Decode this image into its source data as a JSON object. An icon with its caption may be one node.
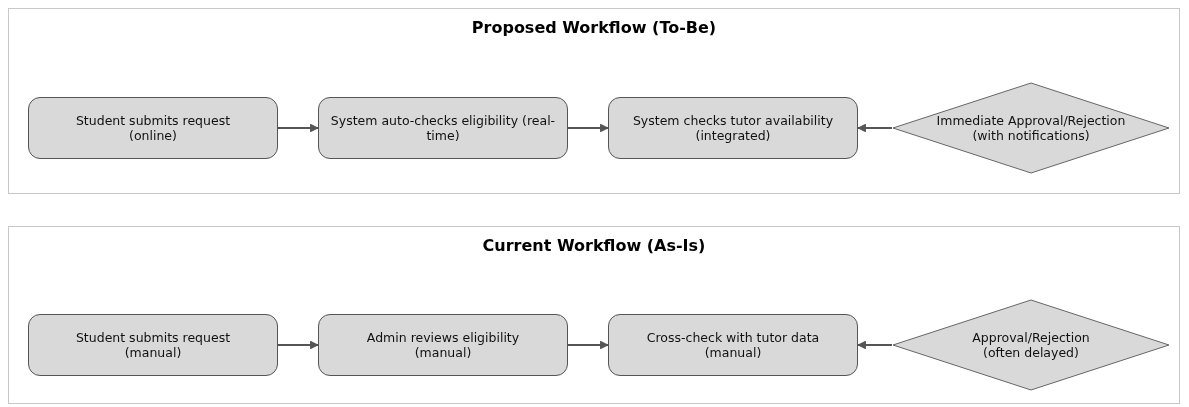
{
  "diagram": {
    "nodes": [
      {
        "text": [
          "Proposed Workflow (To-Be)"
        ]
      },
      {
        "text": [
          "Student submits request (online)"
        ],
        "in": 0
      },
      {
        "text": [
          "System auto-checks eligibility (real-time)"
        ],
        "in": 0
      },
      {
        "text": [
          "System checks tutor availability (integrated)"
        ],
        "in": 0
      },
      {
        "text": [
          "Immediate Approval/Rejection (with notifications)"
        ],
        "in": 0
      },
      {
        "text": [
          "Current Workflow (As-Is)"
        ]
      },
      {
        "text": [
          "Student submits request (manual)"
        ],
        "in": 5
      },
      {
        "text": [
          "Admin reviews eligibility (manual)"
        ],
        "in": 5
      },
      {
        "text": [
          "Cross-check with tutor data (manual)"
        ],
        "in": 5
      },
      {
        "text": [
          "Approval/Rejection (often delayed)"
        ],
        "in": 5
      }
    ],
    "edges": [
      {
        "from": 1,
        "to": 2,
        "arrow": "to"
      },
      {
        "from": 2,
        "to": 3,
        "arrow": "to"
      },
      {
        "from": 4,
        "to": 3,
        "arrow": "to"
      },
      {
        "from": 6,
        "to": 7,
        "arrow": "to"
      },
      {
        "from": 7,
        "to": 8,
        "arrow": "to"
      },
      {
        "from": 9,
        "to": 8,
        "arrow": "to"
      }
    ]
  }
}
